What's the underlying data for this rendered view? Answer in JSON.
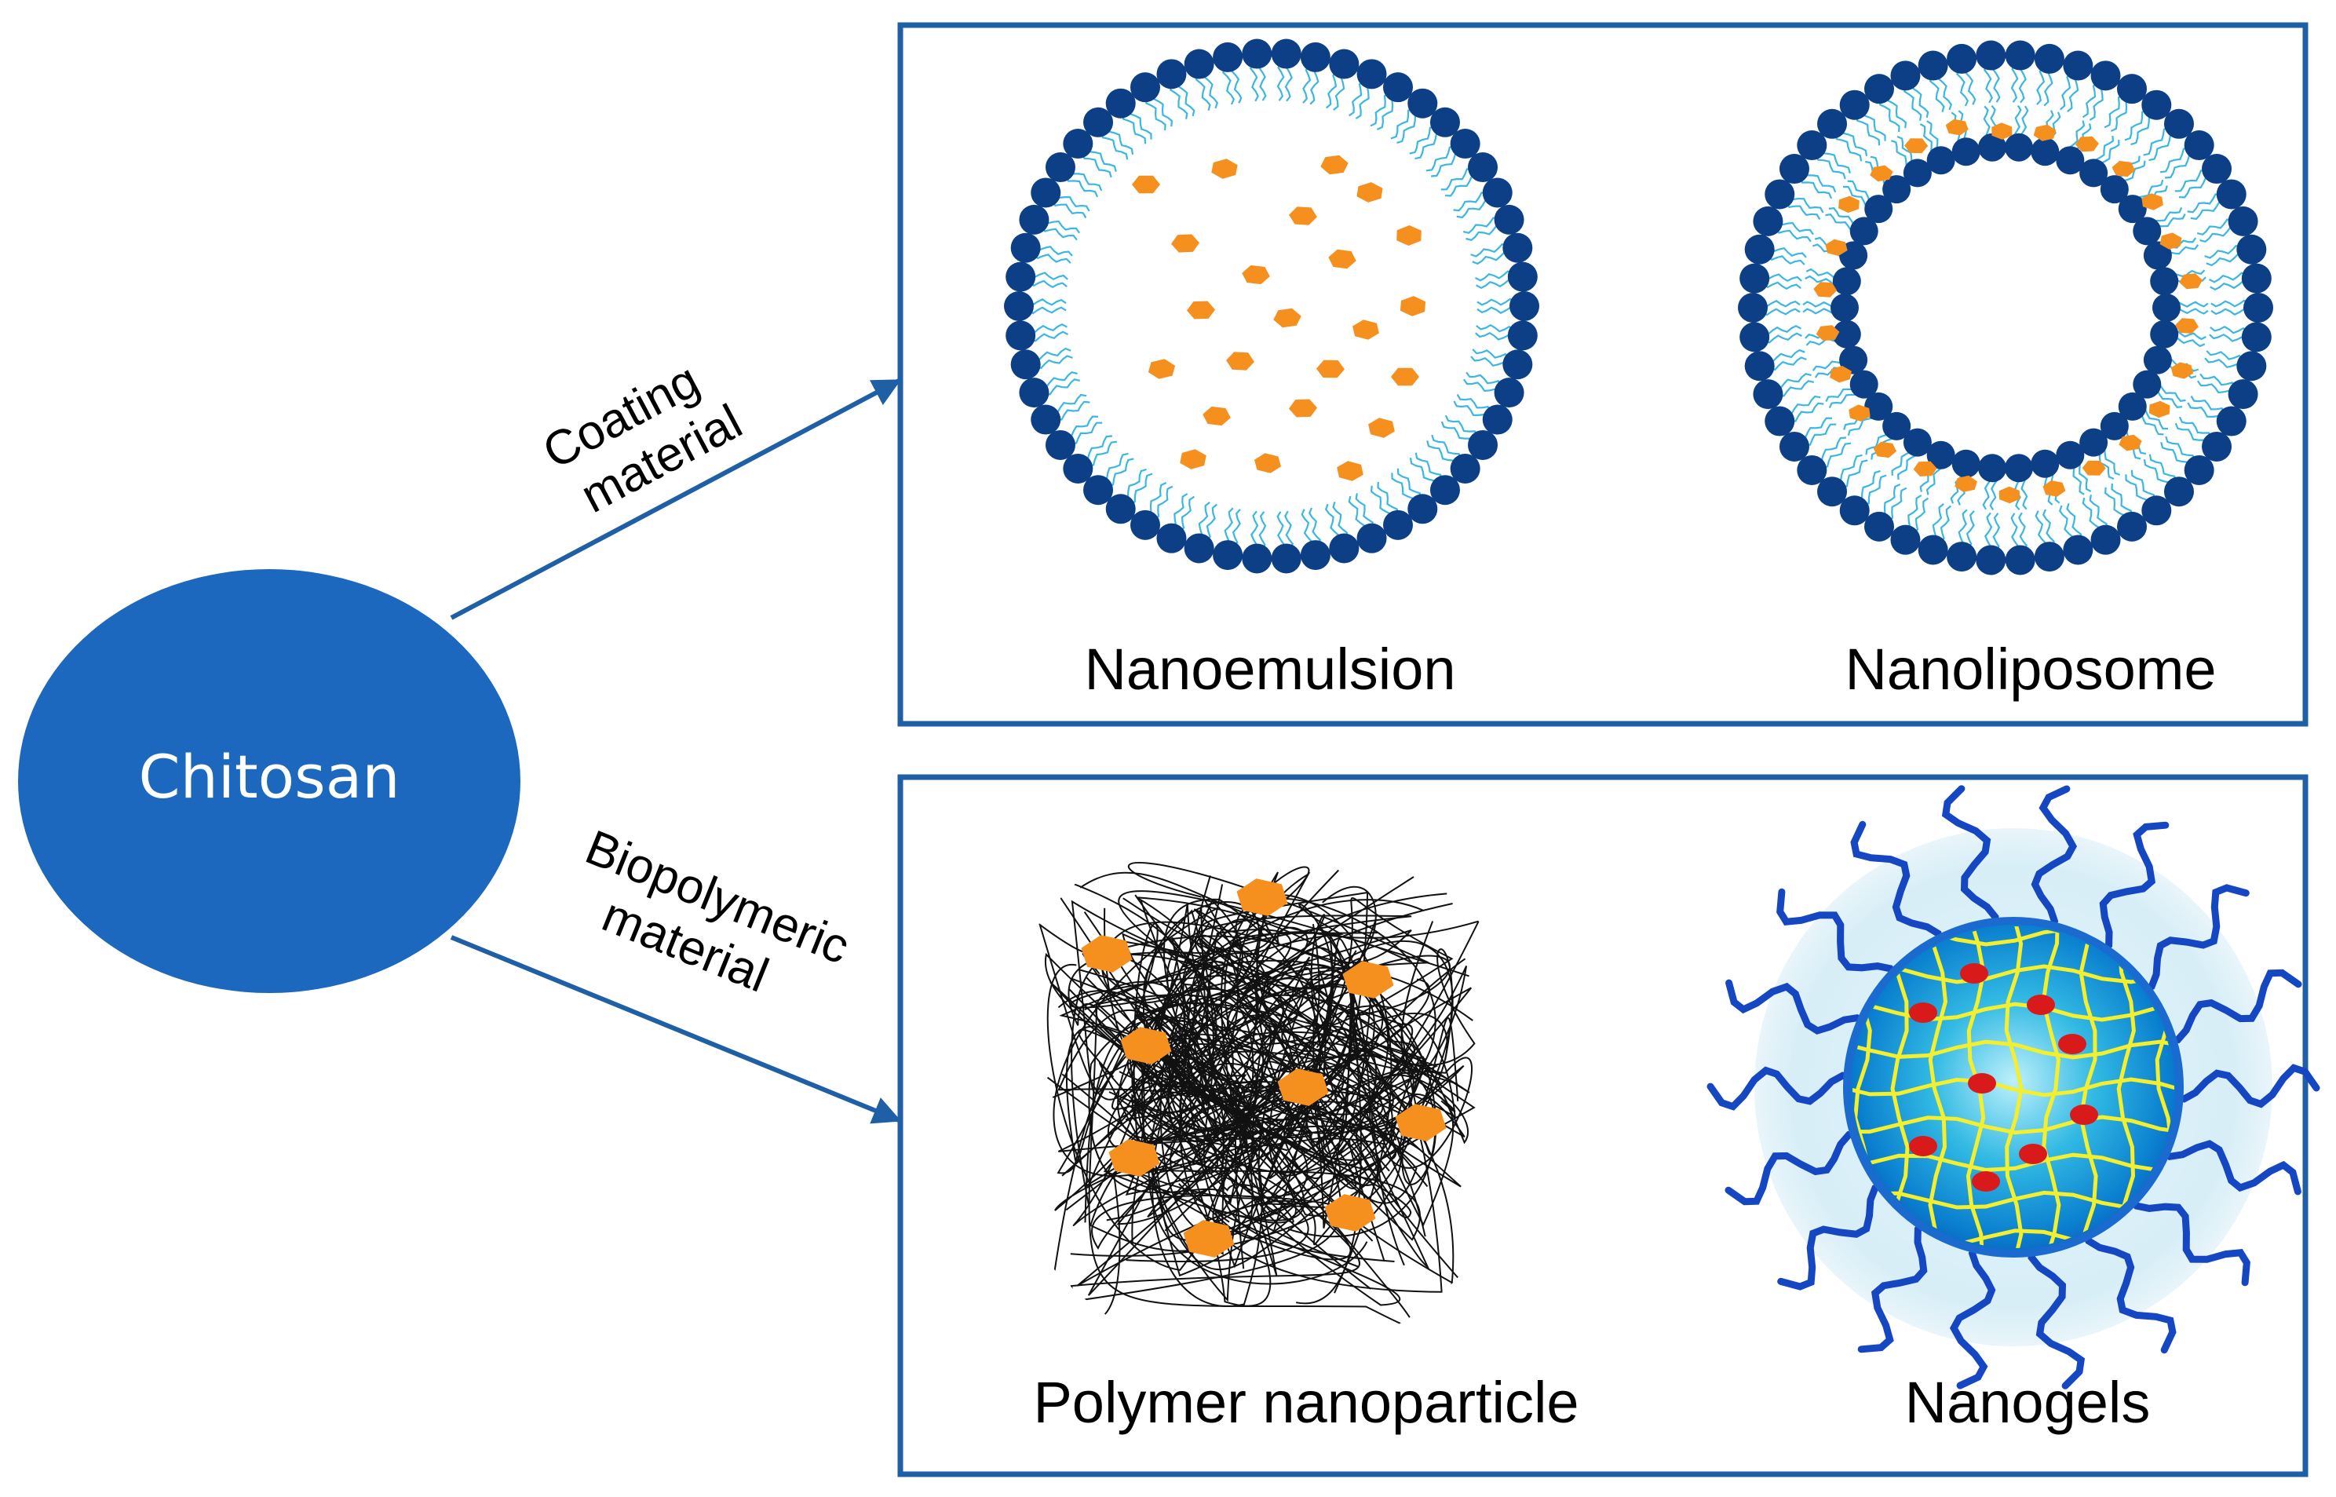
{
  "hub": {
    "label": "Chitosan"
  },
  "branches": [
    {
      "label_line1": "Coating",
      "label_line2": "material"
    },
    {
      "label_line1": "Biopolymeric",
      "label_line2": "material"
    }
  ],
  "panels": [
    {
      "items": [
        {
          "label": "Nanoemulsion"
        },
        {
          "label": "Nanoliposome"
        }
      ]
    },
    {
      "items": [
        {
          "label": "Polymer nanoparticle"
        },
        {
          "label": "Nanogels"
        }
      ]
    }
  ],
  "colors": {
    "hub": "#1c68be",
    "arrow": "#1f5fa6",
    "panel_border": "#1f5fa6",
    "head_group": "#0d3f86",
    "lipid_tail": "#3cb6e3",
    "cargo": "#f5901f",
    "polymer_line": "#111111",
    "gel_mesh": "#f3ee2e",
    "gel_drug": "#d81a1a",
    "gel_chain": "#1547c2"
  }
}
